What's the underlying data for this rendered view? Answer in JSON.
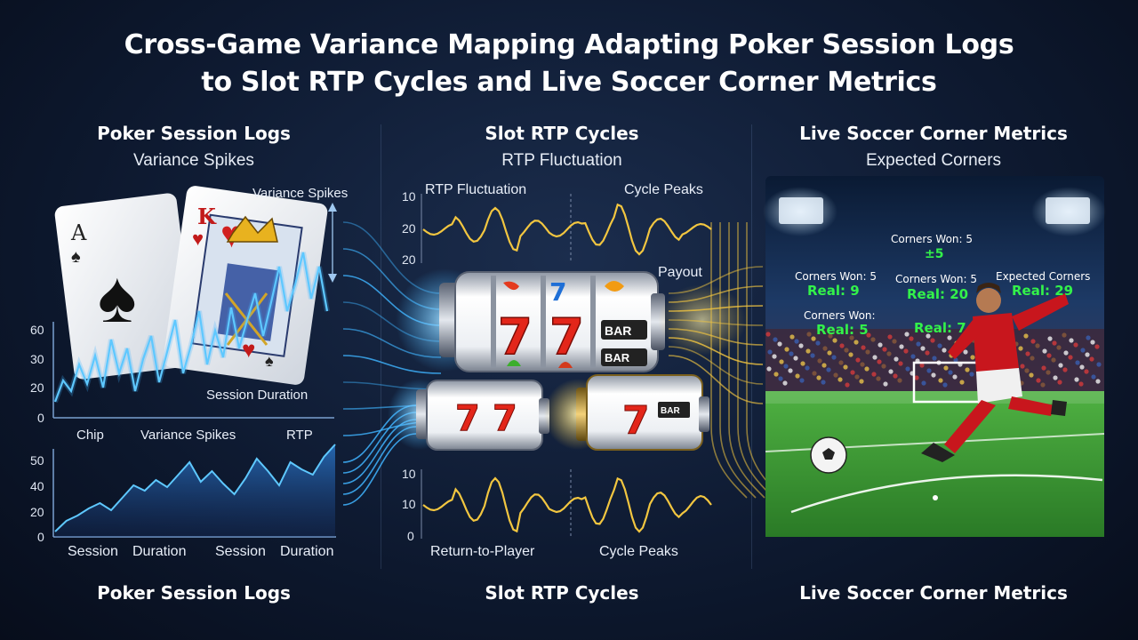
{
  "title": {
    "line1": "Cross-Game Variance Mapping Adapting Poker Session Logs",
    "line2": "to Slot RTP Cycles and Live Soccer Corner Metrics"
  },
  "poker": {
    "heading": "Poker Session Logs",
    "subheading": "Variance Spikes",
    "spike_label": "Variance Spikes",
    "duration_label": "Session Duration",
    "card_ace": "A",
    "card_king": "K",
    "chart1_ticks": [
      "60",
      "30",
      "20",
      "0"
    ],
    "chart1_axis": [
      "Chip",
      "Variance Spikes",
      "RTP"
    ],
    "chart2_ticks": [
      "50",
      "40",
      "20",
      "0"
    ],
    "chart2_axis": [
      "Session",
      "Duration",
      "Session",
      "Duration"
    ],
    "footer": "Poker Session Logs"
  },
  "slot": {
    "heading": "Slot RTP Cycles",
    "subheading": "RTP Fluctuation",
    "top_left_label": "RTP Fluctuation",
    "top_right_label": "Cycle Peaks",
    "top_ticks": [
      "10",
      "20",
      "20"
    ],
    "payout_label": "Payout",
    "reel_bar": "BAR",
    "bottom_ticks": [
      "10",
      "10",
      "0"
    ],
    "bottom_left_label": "Return-to-Player",
    "bottom_right_label": "Cycle Peaks",
    "footer": "Slot RTP Cycles"
  },
  "soccer": {
    "heading": "Live Soccer Corner Metrics",
    "subheading": "Expected Corners",
    "top_label": "Corners Won: 5",
    "top_value": "±5",
    "metrics": [
      {
        "label": "Corners Won: 5",
        "value": "Real: 9"
      },
      {
        "label": "Corners Won: 5",
        "value": "Real: 20"
      },
      {
        "label": "Expected Corners",
        "value": "Real: 29"
      }
    ],
    "lower_label": "Corners Won:",
    "lower_value1": "Real: 5",
    "lower_value2": "Real: 7",
    "footer": "Live Soccer Corner Metrics"
  },
  "colors": {
    "blue_line": "#3fb4ff",
    "gold_line": "#f2c640",
    "pitch": "#2f8a2f",
    "jersey": "#c8161d",
    "metric_green": "#33f24a"
  }
}
